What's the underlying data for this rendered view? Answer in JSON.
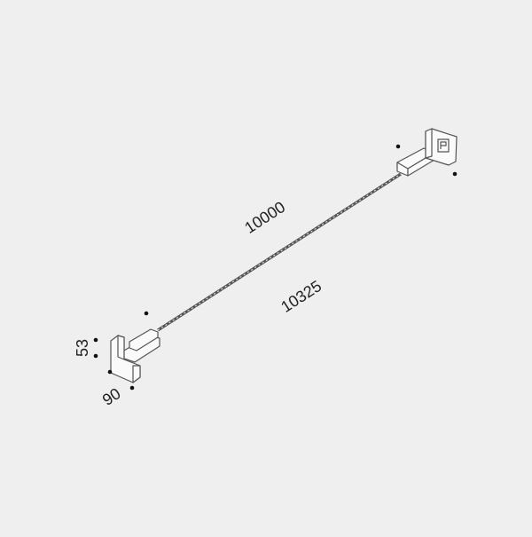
{
  "drawing": {
    "dimensions": {
      "inner_length": "10000",
      "total_length": "10325",
      "height": "53",
      "width": "90"
    },
    "colors": {
      "background": "#efefef",
      "line": "#444444",
      "ink": "#222222"
    }
  }
}
